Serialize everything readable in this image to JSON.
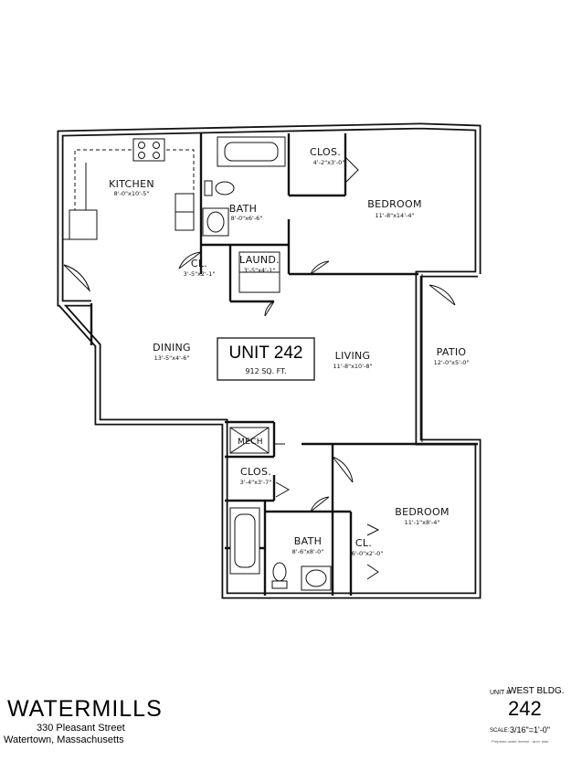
{
  "unit": {
    "title": "UNIT 242",
    "area": "912 SQ. FT."
  },
  "rooms": {
    "kitchen": {
      "name": "KITCHEN",
      "dims": "8'-0\"x10'-5\""
    },
    "bath1": {
      "name": "BATH",
      "dims": "8'-0\"x6'-6\""
    },
    "clos1": {
      "name": "CLOS.",
      "dims": "4'-2\"x3'-0\""
    },
    "bedroom1": {
      "name": "BEDROOM",
      "dims": "11'-8\"x14'-4\""
    },
    "cl1": {
      "name": "CL.",
      "dims": "3'-5\"x2'-1\""
    },
    "laund": {
      "name": "LAUND.",
      "dims": "3'-5\"x4'-1\""
    },
    "dining": {
      "name": "DINING",
      "dims": "13'-5\"x4'-6\""
    },
    "living": {
      "name": "LIVING",
      "dims": "11'-8\"x10'-8\""
    },
    "patio": {
      "name": "PATIO",
      "dims": "12'-0\"x5'-0\""
    },
    "mech": {
      "name": "MECH"
    },
    "clos2": {
      "name": "CLOS.",
      "dims": "3'-4\"x3'-7\""
    },
    "bedroom2": {
      "name": "BEDROOM",
      "dims": "11'-1\"x8'-4\""
    },
    "bath2": {
      "name": "BATH",
      "dims": "8'-6\"x8'-0\""
    },
    "cl2": {
      "name": "CL.",
      "dims": "6'-0\"x2'-0\""
    }
  },
  "footer": {
    "brand": "WATERMILLS",
    "address_line1": "330 Pleasant Street",
    "address_line2": "Watertown, Massachusetts",
    "unit_label": "UNIT #:",
    "building": "WEST BLDG.",
    "unit_number": "242",
    "scale_label": "SCALE:",
    "scale_value": "3/16\"=1'-0\"",
    "fine_print": "Prepared under license · arch. plan"
  }
}
